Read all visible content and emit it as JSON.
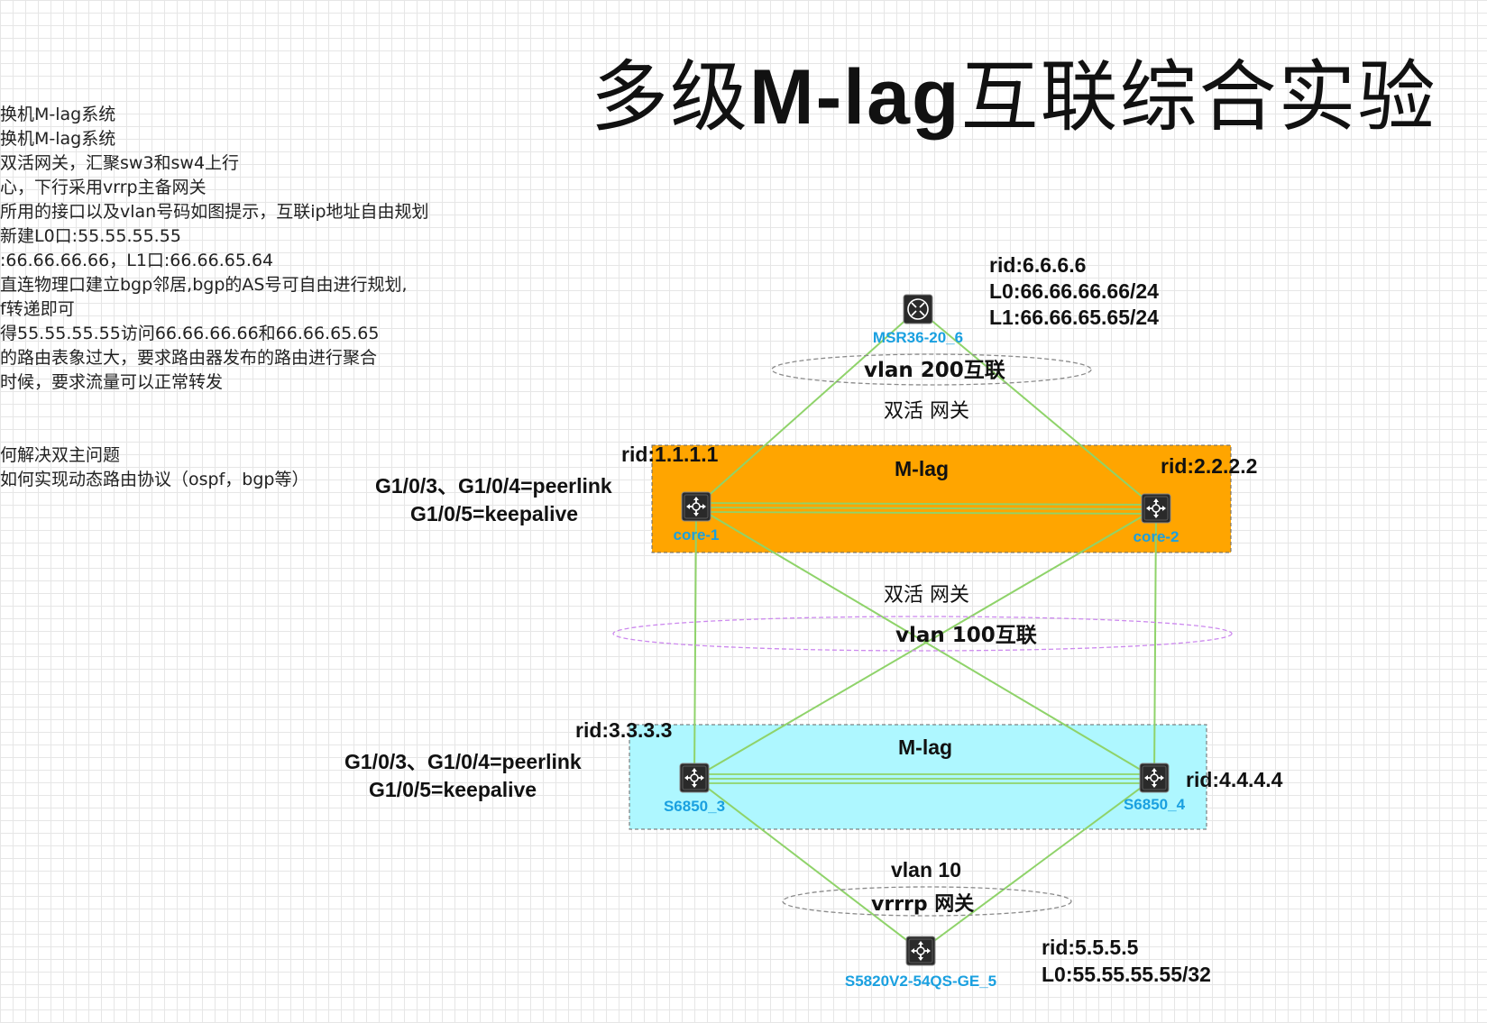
{
  "title": {
    "prefix": "多级",
    "bold": "M-lag",
    "suffix": "互联综合实验"
  },
  "notes": [
    "换机M-lag系统",
    "换机M-lag系统",
    "双活网关，汇聚sw3和sw4上行",
    "心，下行采用vrrp主备网关",
    "所用的接口以及vlan号码如图提示，互联ip地址自由规划",
    "新建L0口:55.55.55.55",
    ":66.66.66.66，L1口:66.66.65.64",
    "直连物理口建立bgp邻居,bgp的AS号可自由进行规划,",
    "f转递即可",
    "得55.55.55.55访问66.66.66.66和66.66.65.65",
    "的路由表象过大，要求路由器发布的路由进行聚合",
    "时候，要求流量可以正常转发",
    "",
    "",
    "何解决双主问题",
    "如何实现动态路由协议（ospf，bgp等）"
  ],
  "devices": {
    "msr": {
      "label": "MSR36-20_6",
      "icon": "router-icon"
    },
    "core1": {
      "label": "core-1",
      "icon": "switch-icon"
    },
    "core2": {
      "label": "core-2",
      "icon": "switch-icon"
    },
    "s3": {
      "label": "S6850_3",
      "icon": "switch-icon"
    },
    "s4": {
      "label": "S6850_4",
      "icon": "switch-icon"
    },
    "s5": {
      "label": "S5820V2-54QS-GE_5",
      "icon": "switch-icon"
    }
  },
  "labels": {
    "msr_rid": "rid:6.6.6.6",
    "msr_l0": "L0:66.66.66.66/24",
    "msr_l1": "L1:66.66.65.65/24",
    "vlan200": "vlan 200互联",
    "dual_gw_top": "双活 网关",
    "core1_rid": "rid:1.1.1.1",
    "core2_rid": "rid:2.2.2.2",
    "mlag_top": "M-lag",
    "core_peerlink": "G1/0/3、G1/0/4=peerlink",
    "core_keepalive": "G1/0/5=keepalive",
    "dual_gw_mid": "双活 网关",
    "vlan100": "vlan 100互联",
    "s3_rid": "rid:3.3.3.3",
    "s4_rid": "rid:4.4.4.4",
    "mlag_bottom": "M-lag",
    "agg_peerlink": "G1/0/3、G1/0/4=peerlink",
    "agg_keepalive": "G1/0/5=keepalive",
    "vlan10": "vlan 10",
    "vrrp_gw": "vrrrp 网关",
    "s5_rid": "rid:5.5.5.5",
    "s5_l0": "L0:55.55.55.55/32"
  },
  "colors": {
    "mlag_top_fill": "#ffa500",
    "mlag_bottom_fill": "#aef7ff",
    "link": "#8fd36a",
    "vlan100_ellipse": "#cc88ee",
    "vlan_ellipse": "#8a8a8a",
    "device_label": "#1aa0e0"
  }
}
